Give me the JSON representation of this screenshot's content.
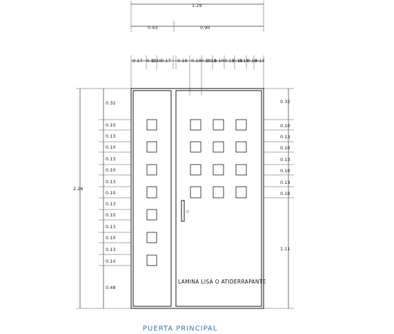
{
  "overall_width": "1.29",
  "top_dims": [
    "0.43",
    "0.90"
  ],
  "column_dims": [
    "0.17",
    "0.10",
    "0.10",
    "0.17",
    "0.18",
    "0.10",
    "0.10",
    "0.13",
    "0.10",
    "0.13",
    "0.10",
    "0.10",
    "0.10",
    "0.13"
  ],
  "overall_height": "2.26",
  "left_vertical_dims": [
    "0.32",
    "0.10",
    "0.13",
    "0.10",
    "0.13",
    "0.10",
    "0.13",
    "0.10",
    "0.13",
    "0.10",
    "0.13",
    "0.10",
    "0.13",
    "0.10",
    "0.48"
  ],
  "right_vertical_dims": [
    "0.32",
    "0.10",
    "0.13",
    "0.10",
    "0.13",
    "0.10",
    "0.13",
    "0.10",
    "1.11"
  ],
  "note": "LAMINA LISA O ATIDERRAPANTE",
  "caption": "PUERTA PRINCIPAL"
}
